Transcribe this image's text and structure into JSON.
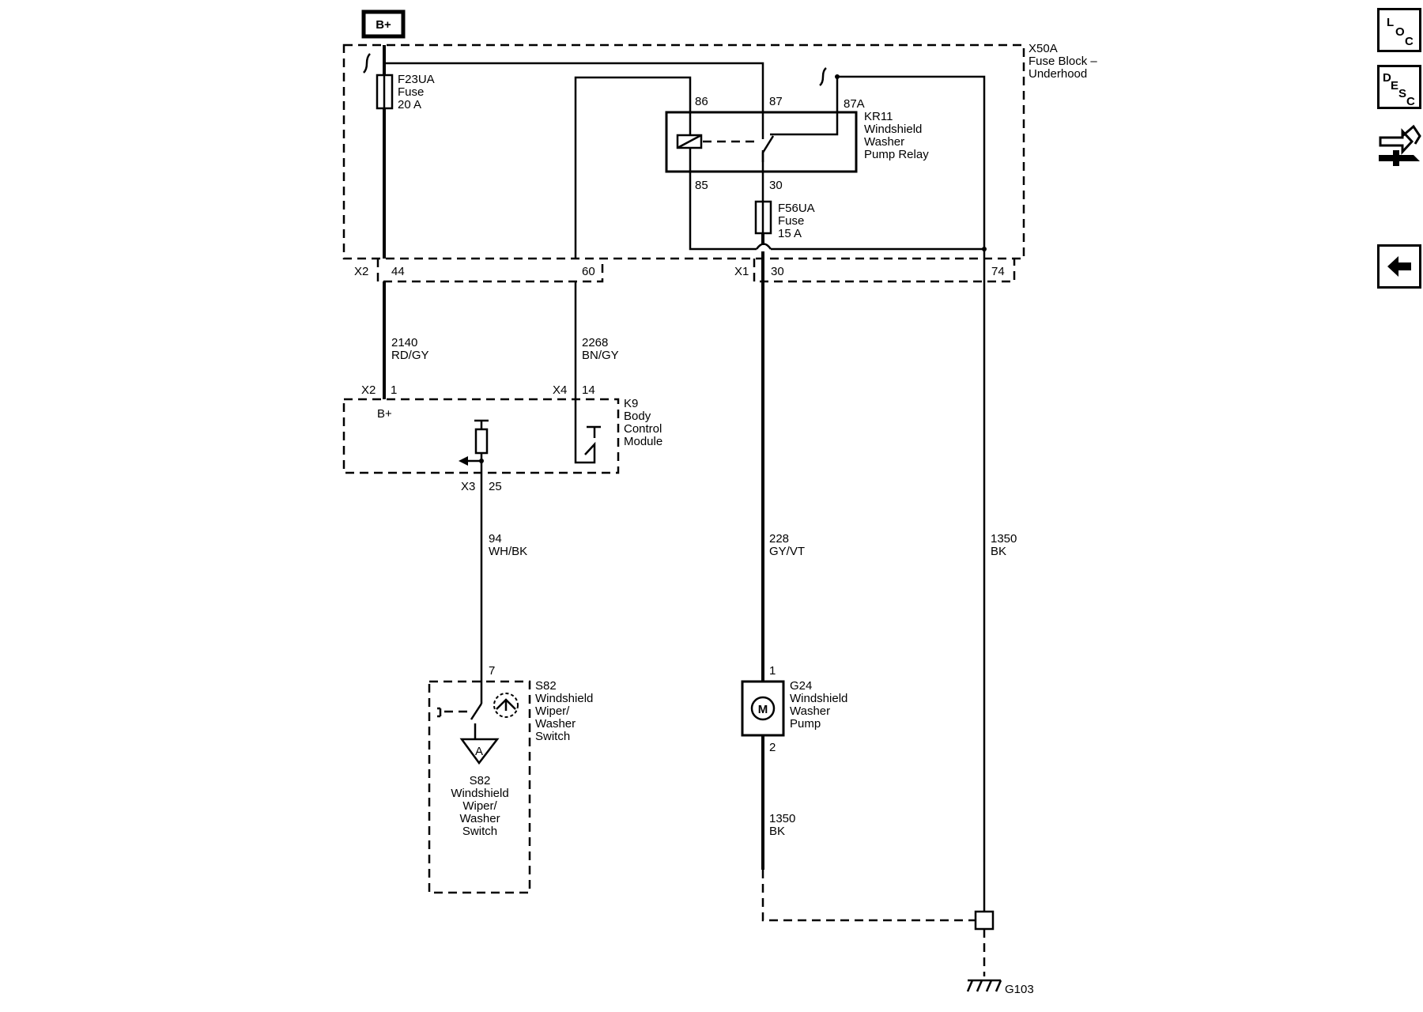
{
  "power": {
    "label": "B+"
  },
  "fuse_block": {
    "id": "X50A",
    "name1": "Fuse Block –",
    "name2": "Underhood",
    "fuse_f23": {
      "id": "F23UA",
      "type": "Fuse",
      "rating": "20 A"
    },
    "fuse_f56": {
      "id": "F56UA",
      "type": "Fuse",
      "rating": "15 A"
    },
    "relay": {
      "id": "KR11",
      "name1": "Windshield",
      "name2": "Washer",
      "name3": "Pump Relay",
      "pin86": "86",
      "pin87": "87",
      "pin87a": "87A",
      "pin85": "85",
      "pin30": "30"
    },
    "connector_x2": {
      "label": "X2",
      "pin44": "44",
      "pin60": "60"
    },
    "connector_x1": {
      "label": "X1",
      "pin30": "30",
      "pin74": "74"
    }
  },
  "wires": {
    "w2140": {
      "circuit": "2140",
      "color": "RD/GY"
    },
    "w2268": {
      "circuit": "2268",
      "color": "BN/GY"
    },
    "w94": {
      "circuit": "94",
      "color": "WH/BK"
    },
    "w228": {
      "circuit": "228",
      "color": "GY/VT"
    },
    "w1350a": {
      "circuit": "1350",
      "color": "BK"
    },
    "w1350b": {
      "circuit": "1350",
      "color": "BK"
    }
  },
  "bcm": {
    "id": "K9",
    "name1": "Body",
    "name2": "Control",
    "name3": "Module",
    "x2": "X2",
    "x2pin": "1",
    "x4": "X4",
    "x4pin": "14",
    "x3": "X3",
    "x3pin": "25",
    "bplus": "B+"
  },
  "switch": {
    "id": "S82",
    "name1": "Windshield",
    "name2": "Wiper/",
    "name3": "Washer",
    "name4": "Switch",
    "pin": "7",
    "ref_letter": "A",
    "ref_id": "S82",
    "ref1": "Windshield",
    "ref2": "Wiper/",
    "ref3": "Washer",
    "ref4": "Switch"
  },
  "pump": {
    "id": "G24",
    "name1": "Windshield",
    "name2": "Washer",
    "name3": "Pump",
    "pin1": "1",
    "pin2": "2",
    "motor": "M"
  },
  "ground": {
    "id": "G103"
  },
  "nav": {
    "loc": {
      "l1": "L",
      "l2": "O",
      "l3": "C"
    },
    "desc": {
      "l1": "D",
      "l2": "E",
      "l3": "S",
      "l4": "C"
    }
  }
}
